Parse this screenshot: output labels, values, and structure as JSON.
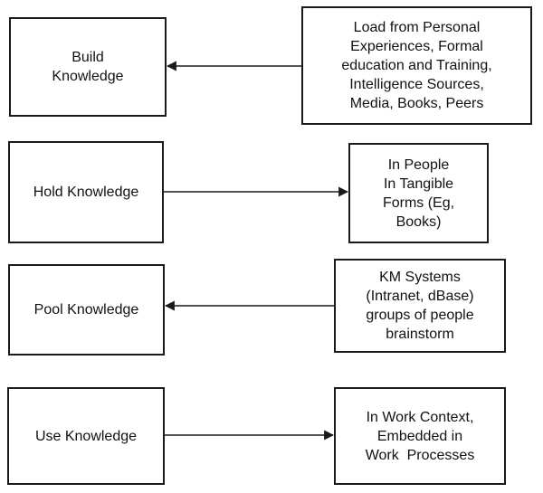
{
  "processes": [
    {
      "id": "build",
      "label_lines": [
        "Build",
        "Knowledge"
      ]
    },
    {
      "id": "hold",
      "label_lines": [
        "Hold Knowledge"
      ]
    },
    {
      "id": "pool",
      "label_lines": [
        "Pool Knowledge"
      ]
    },
    {
      "id": "use",
      "label_lines": [
        "Use Knowledge"
      ]
    }
  ],
  "details": [
    {
      "id": "build-detail",
      "label_lines": [
        "Load from Personal",
        "Experiences, Formal",
        "education and Training,",
        "Intelligence Sources,",
        "Media, Books, Peers"
      ]
    },
    {
      "id": "hold-detail",
      "label_lines": [
        "In People",
        "In Tangible",
        "Forms (Eg,",
        "Books)"
      ]
    },
    {
      "id": "pool-detail",
      "label_lines": [
        "KM Systems",
        "(Intranet, dBase)",
        "groups of people",
        "brainstorm"
      ]
    },
    {
      "id": "use-detail",
      "label_lines": [
        "In Work Context,",
        "Embedded in",
        "Work  Processes"
      ]
    }
  ],
  "arrows": [
    {
      "from": "build-detail",
      "to": "build",
      "direction": "left"
    },
    {
      "from": "hold",
      "to": "hold-detail",
      "direction": "right"
    },
    {
      "from": "pool-detail",
      "to": "pool",
      "direction": "left"
    },
    {
      "from": "use",
      "to": "use-detail",
      "direction": "right"
    }
  ],
  "colors": {
    "stroke": "#1a1a1a",
    "text": "#111111",
    "background": "#ffffff"
  }
}
